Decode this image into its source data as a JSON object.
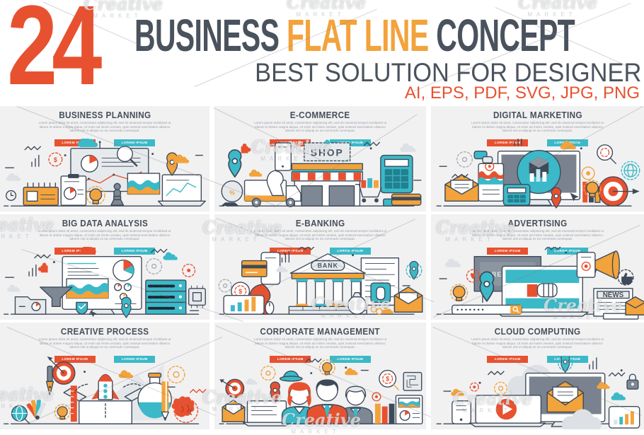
{
  "header": {
    "count": "24",
    "title": {
      "part1": "BUSINESS",
      "part2": "FLAT LINE",
      "part3": "CONCEPT"
    },
    "subtitle": "BEST SOLUTION FOR DESIGNER",
    "formats": "AI, EPS, PDF, SVG, JPG, PNG"
  },
  "watermark": {
    "script": "Creative",
    "caps": "MARKET"
  },
  "colors": {
    "accent_red": "#E8512F",
    "accent_amber": "#F2A33C",
    "accent_teal": "#3BB9C8",
    "ink": "#49525D",
    "tile_background": "#F1F1F2"
  },
  "tile_common": {
    "description": "Lorem ipsum dolor sit amet, consectetur adipiscing elit, sed do eiusmod tempor incididunt ut labore et dolore magna aliqua. Ut enim ad minim veniam, quis nostrud exercitation ullamco laboris nisi ut aliquip ex ea commodo consequat.",
    "button_primary": "LOREM IPSUM",
    "button_secondary": "LOREM IPSUM"
  },
  "glyphs": {
    "dollar": "$",
    "percent": "%"
  },
  "tiles": [
    {
      "id": "business-planning",
      "title": "BUSINESS PLANNING"
    },
    {
      "id": "e-commerce",
      "title": "E-COMMERCE",
      "sign": "SHOP"
    },
    {
      "id": "digital-marketing",
      "title": "DIGITAL MARKETING"
    },
    {
      "id": "big-data-analysis",
      "title": "BIG DATA ANALYSIS"
    },
    {
      "id": "e-banking",
      "title": "E-BANKING",
      "sign": "BANK"
    },
    {
      "id": "advertising",
      "title": "ADVERTISING",
      "sign": "NEWS",
      "billboard_text": "LOREM IPSUM"
    },
    {
      "id": "creative-process",
      "title": "CREATIVE PROCESS"
    },
    {
      "id": "corporate-management",
      "title": "CORPORATE MANAGEMENT"
    },
    {
      "id": "cloud-computing",
      "title": "CLOUD COMPUTING"
    }
  ]
}
